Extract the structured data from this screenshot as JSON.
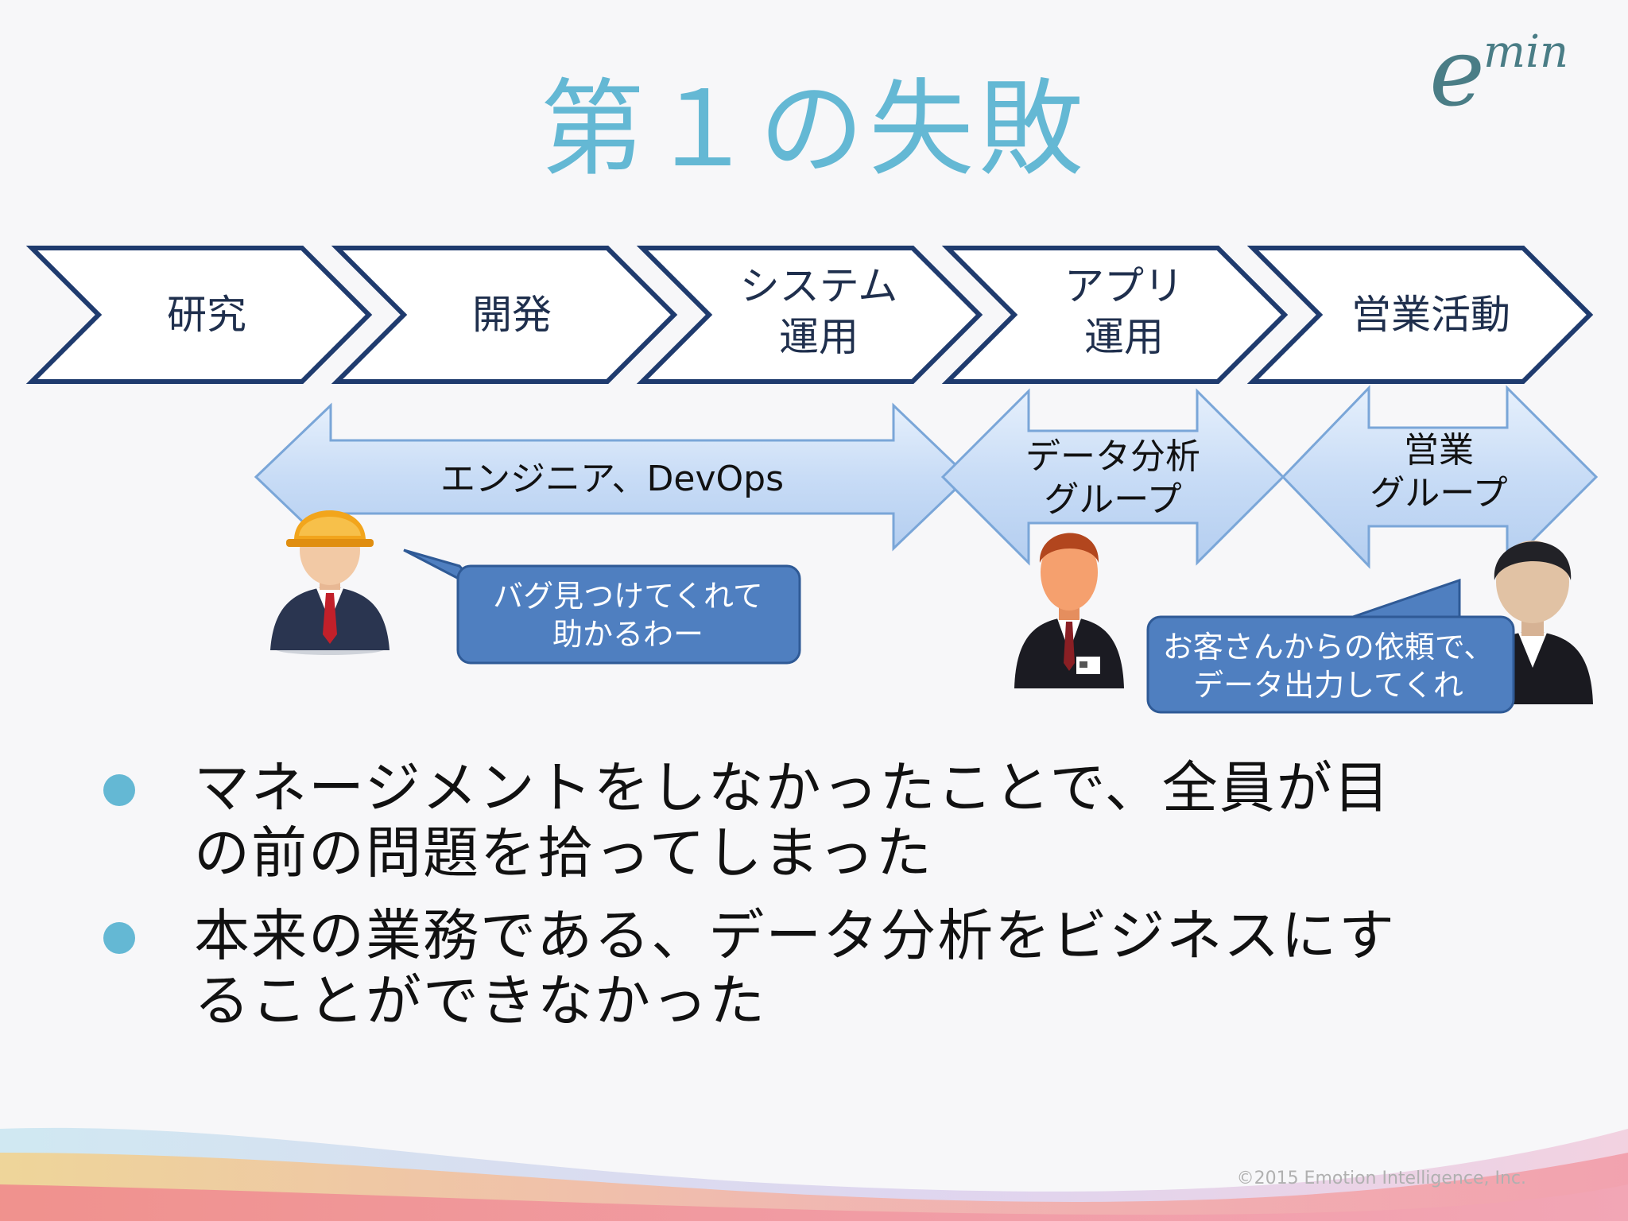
{
  "title": "第１の失敗",
  "logo": {
    "e": "e",
    "min": "min"
  },
  "process_steps": [
    {
      "label": "研究"
    },
    {
      "label": "開発"
    },
    {
      "label": "システム\n運用"
    },
    {
      "label": "アプリ\n運用"
    },
    {
      "label": "営業活動"
    }
  ],
  "groups": [
    {
      "label": "エンジニア、DevOps"
    },
    {
      "label": "データ分析\nグループ"
    },
    {
      "label": "営業\nグループ"
    }
  ],
  "callouts": [
    {
      "text": "バグ見つけてくれて\n助かるわー"
    },
    {
      "text": "お客さんからの依頼で、\nデータ出力してくれ"
    }
  ],
  "bullets": [
    {
      "text": "マネージメントをしなかったことで、全員が目の前の問題を拾ってしまった"
    },
    {
      "text": "本来の業務である、データ分析をビジネスにすることができなかった"
    }
  ],
  "copyright": "©2015 Emotion Intelligence, Inc.",
  "colors": {
    "title": "#64b8d4",
    "chevron_stroke": "#1f3b6e",
    "arrow_fill": "#cfe1f7",
    "arrow_stroke": "#7aa6d8",
    "callout_fill": "#4f7fc0",
    "bullet": "#64b8d4"
  }
}
